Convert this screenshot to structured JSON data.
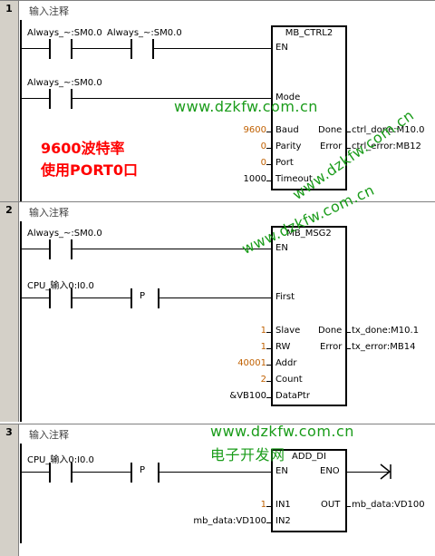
{
  "networks": [
    {
      "number": "1",
      "comment": "输入注释"
    },
    {
      "number": "2",
      "comment": "输入注释"
    },
    {
      "number": "3",
      "comment": "输入注释"
    }
  ],
  "net1": {
    "contacts": [
      "Always_~:SM0.0",
      "Always_~:SM0.0",
      "Always_~:SM0.0"
    ],
    "box_title": "MB_CTRL2",
    "pins": {
      "en": "EN",
      "mode": "Mode",
      "baud": "Baud",
      "parity": "Parity",
      "port": "Port",
      "timeout": "Timeout",
      "done": "Done",
      "error": "Error"
    },
    "values": {
      "baud": "9600",
      "parity": "0",
      "port": "0",
      "timeout": "1000"
    },
    "outputs": {
      "done": "ctrl_done:M10.0",
      "error": "ctrl_error:MB12"
    },
    "note_line1": "9600波特率",
    "note_line2": "使用PORT0口"
  },
  "net2": {
    "contacts": [
      "Always_~:SM0.0",
      "CPU_输入0:I0.0"
    ],
    "p_label": "P",
    "box_title": "MB_MSG2",
    "pins": {
      "en": "EN",
      "first": "First",
      "slave": "Slave",
      "rw": "RW",
      "addr": "Addr",
      "count": "Count",
      "dataptr": "DataPtr",
      "done": "Done",
      "error": "Error"
    },
    "values": {
      "slave": "1",
      "rw": "1",
      "addr": "40001",
      "count": "2",
      "dataptr": "&VB100"
    },
    "outputs": {
      "done": "tx_done:M10.1",
      "error": "tx_error:MB14"
    }
  },
  "net3": {
    "contact": "CPU_输入0:I0.0",
    "p_label": "P",
    "box_title": "ADD_DI",
    "pins": {
      "en": "EN",
      "eno": "ENO",
      "in1": "IN1",
      "in2": "IN2",
      "out": "OUT"
    },
    "values": {
      "in1": "1",
      "in2": "mb_data:VD100"
    },
    "outputs": {
      "out": "mb_data:VD100"
    }
  },
  "watermarks": {
    "site1": "www.dzkfw.com.cn",
    "site2": "www.dzkfw.com.cn",
    "site3": "www.dzkfw.com.cn",
    "site4": "www.dzkfw.com.cn",
    "cn": "电子开发网"
  },
  "colors": {
    "watermark": "#1a9c1a",
    "note": "#ff0000",
    "value": "#c06000"
  }
}
